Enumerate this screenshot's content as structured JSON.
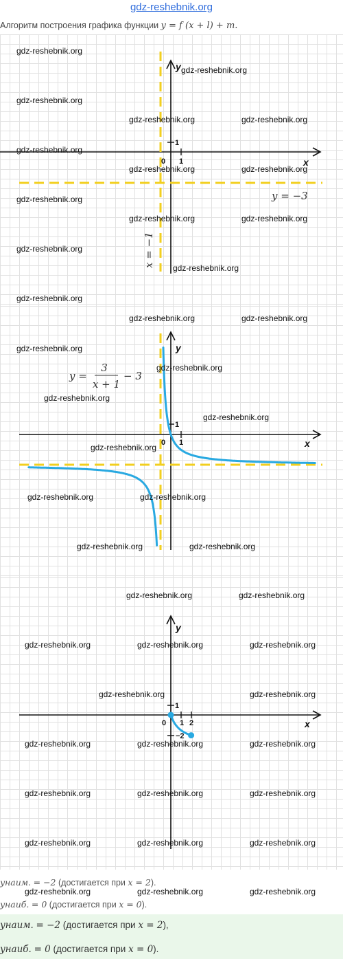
{
  "site_link": "gdz-reshebnik.org",
  "intro": {
    "text": "Алгоритм построения графика функции",
    "formula": "y = f (x + l) + m."
  },
  "graph1": {
    "axis_x": "x",
    "axis_y": "y",
    "origin": "0",
    "tick_x": "1",
    "tick_y": "1",
    "asymptote_h_label": "y = −3",
    "asymptote_v_label": "x = −1",
    "asymptote_color": "#f2cf1f"
  },
  "graph2": {
    "axis_x": "x",
    "axis_y": "y",
    "origin": "0",
    "tick_x": "1",
    "tick_y": "1",
    "formula_lhs": "y =",
    "formula_num": "3",
    "formula_den": "x + 1",
    "formula_rhs": "− 3",
    "curve_color": "#29a9e1",
    "asymptote_color": "#f2cf1f"
  },
  "graph3": {
    "axis_x": "x",
    "axis_y": "y",
    "origin": "0",
    "tick_x1": "1",
    "tick_x2": "2",
    "tick_y1": "1",
    "tick_y2": "−2",
    "curve_color": "#29a9e1"
  },
  "results": {
    "min_label": "yнаим.",
    "min_formula": "= −2",
    "min_note": "(достигается при",
    "min_at": "x = 2",
    "max_label": "yнаиб.",
    "max_formula": "= 0",
    "max_note": "(достигается при",
    "max_at": "x = 0",
    "close": ")."
  },
  "results_hl": {
    "min_label": "yнаим.",
    "min_formula": "= −2",
    "min_note": "(достигается при",
    "min_at": "x = 2",
    "min_close": "),",
    "max_label": "yнаиб.",
    "max_formula": "= 0",
    "max_note": "(достигается при",
    "max_at": "x = 0",
    "max_close": ")."
  },
  "watermark": "gdz-reshebnik.org"
}
